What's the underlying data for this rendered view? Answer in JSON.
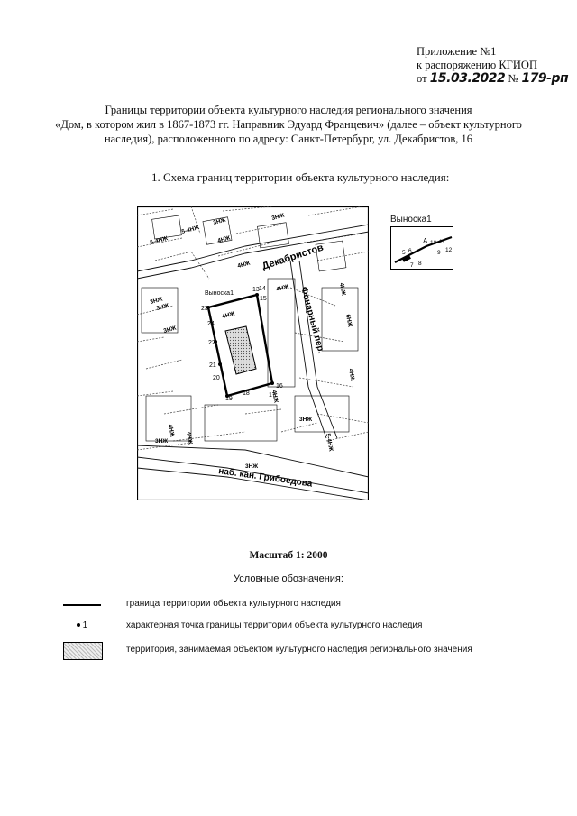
{
  "appendix": {
    "line1": "Приложение №1",
    "line2": "к распоряжению КГИОП",
    "date_prefix": "от",
    "date": "15.03.2022",
    "number_prefix": "№",
    "number": "179-рп"
  },
  "title": {
    "line1": "Границы территории объекта культурного наследия регионального значения",
    "line2": "«Дом, в котором жил в 1867-1873 гг. Направник Эдуард Францевич» (далее – объект культурного",
    "line3": "наследия), расположенного по адресу: Санкт-Петербург, ул. Декабристов, 16"
  },
  "section1": "1.  Схема границ территории объекта культурного наследия:",
  "map": {
    "streets": {
      "dekabristov": "Декабристов",
      "fonarny": "Фонарный пер.",
      "griboedova": "наб. кан. Грибоедова"
    },
    "callout_label": "Выноска1",
    "building_marks": [
      "5-4НЖ",
      "3НЖ",
      "3НЖ",
      "4НЖ",
      "4НЖ",
      "4НЖ",
      "4НЖ",
      "3НЖ",
      "4НЖ",
      "6НЖ",
      "3НЖ",
      "4НЖ",
      "5-4НЖ",
      "4НЖ",
      "3НЖ",
      "3НЖ",
      "4НЖ",
      "4НЖ",
      "5-4НЖ",
      "3НЖ",
      "3НЖ"
    ],
    "point_numbers": [
      "13",
      "14",
      "15",
      "16",
      "17",
      "18",
      "19",
      "20",
      "21",
      "22",
      "23",
      "24"
    ]
  },
  "inset": {
    "title": "Выноска1",
    "points": [
      "5",
      "6",
      "10",
      "11",
      "12",
      "7",
      "8",
      "9"
    ],
    "letter": "А"
  },
  "scale": "Масштаб 1: 2000",
  "legend": {
    "title": "Условные обозначения:",
    "boundary": "граница территории объекта культурного наследия",
    "point_symbol": "1",
    "point": "характерная точка границы территории объекта культурного наследия",
    "territory": "территория, занимаемая объектом культурного наследия регионального значения"
  }
}
